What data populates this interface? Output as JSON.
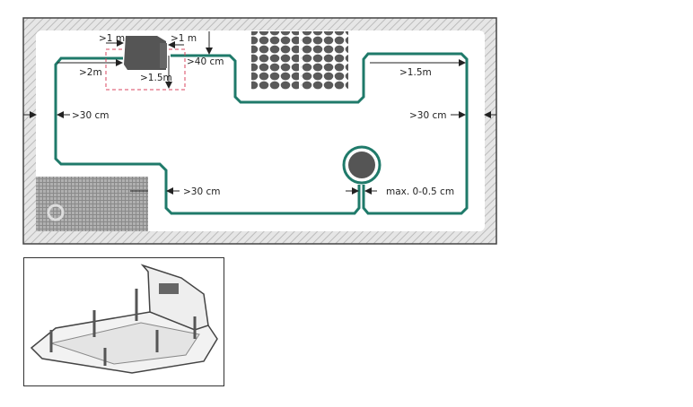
{
  "plan": {
    "labels": {
      "station_left": ">1 m",
      "station_right": ">1 m",
      "station_front": ">2m",
      "station_depth": ">1.5m",
      "station_to_edge": ">40 cm",
      "left_edge": ">30 cm",
      "right_edge": ">30 cm",
      "passage": ">1.5m",
      "obstacle": ">30 cm",
      "tree_gap": "max. 0-0.5 cm"
    },
    "colors": {
      "wire": "#1f7a6a",
      "hatch": "#c8c8c8",
      "station": "#555555",
      "zone": "#d9455f"
    }
  }
}
